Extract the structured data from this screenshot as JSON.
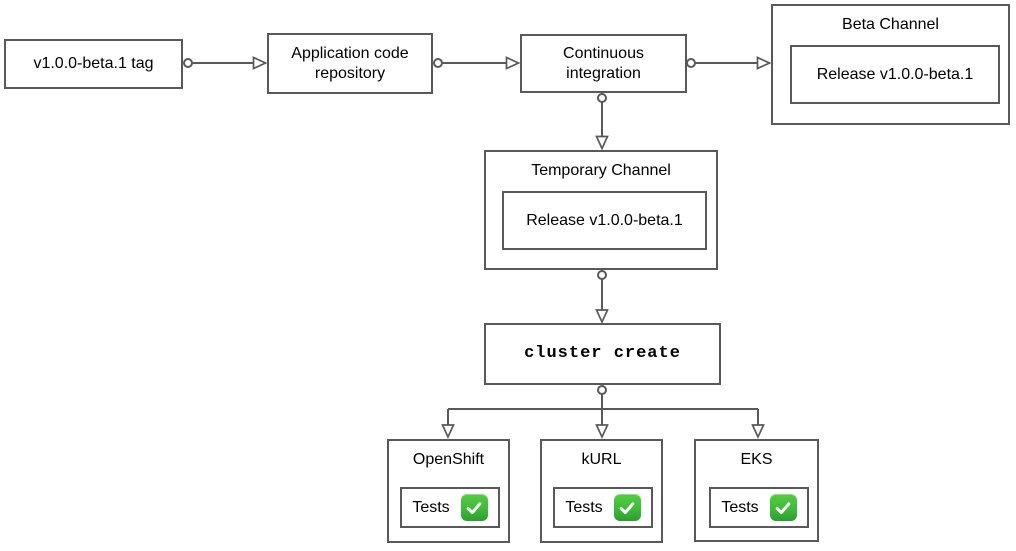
{
  "diagram": {
    "nodes": {
      "tag": {
        "label": "v1.0.0-beta.1 tag"
      },
      "repo": {
        "label": "Application code repository"
      },
      "ci": {
        "label": "Continuous integration"
      },
      "beta_channel": {
        "title": "Beta Channel",
        "release_label": "Release v1.0.0-beta.1"
      },
      "temp_channel": {
        "title": "Temporary Channel",
        "release_label": "Release v1.0.0-beta.1"
      },
      "cluster_create": {
        "label": "cluster create"
      },
      "clusters": [
        {
          "title": "OpenShift",
          "tests_label": "Tests",
          "status": "passed",
          "status_icon": "check-mark-button"
        },
        {
          "title": "kURL",
          "tests_label": "Tests",
          "status": "passed",
          "status_icon": "check-mark-button"
        },
        {
          "title": "EKS",
          "tests_label": "Tests",
          "status": "passed",
          "status_icon": "check-mark-button"
        }
      ]
    },
    "edges": [
      {
        "from": "tag",
        "to": "repo"
      },
      {
        "from": "repo",
        "to": "ci"
      },
      {
        "from": "ci",
        "to": "beta_channel"
      },
      {
        "from": "ci",
        "to": "temp_channel"
      },
      {
        "from": "temp_channel",
        "to": "cluster_create"
      },
      {
        "from": "cluster_create",
        "to": "openshift"
      },
      {
        "from": "cluster_create",
        "to": "kurl"
      },
      {
        "from": "cluster_create",
        "to": "eks"
      }
    ],
    "colors": {
      "background": "#ffffff",
      "border": "#595959",
      "edge": "#595959",
      "text": "#000000",
      "check_green_top": "#55cd41",
      "check_green_bottom": "#2b9e2f",
      "check_mark": "#ffffff"
    }
  }
}
